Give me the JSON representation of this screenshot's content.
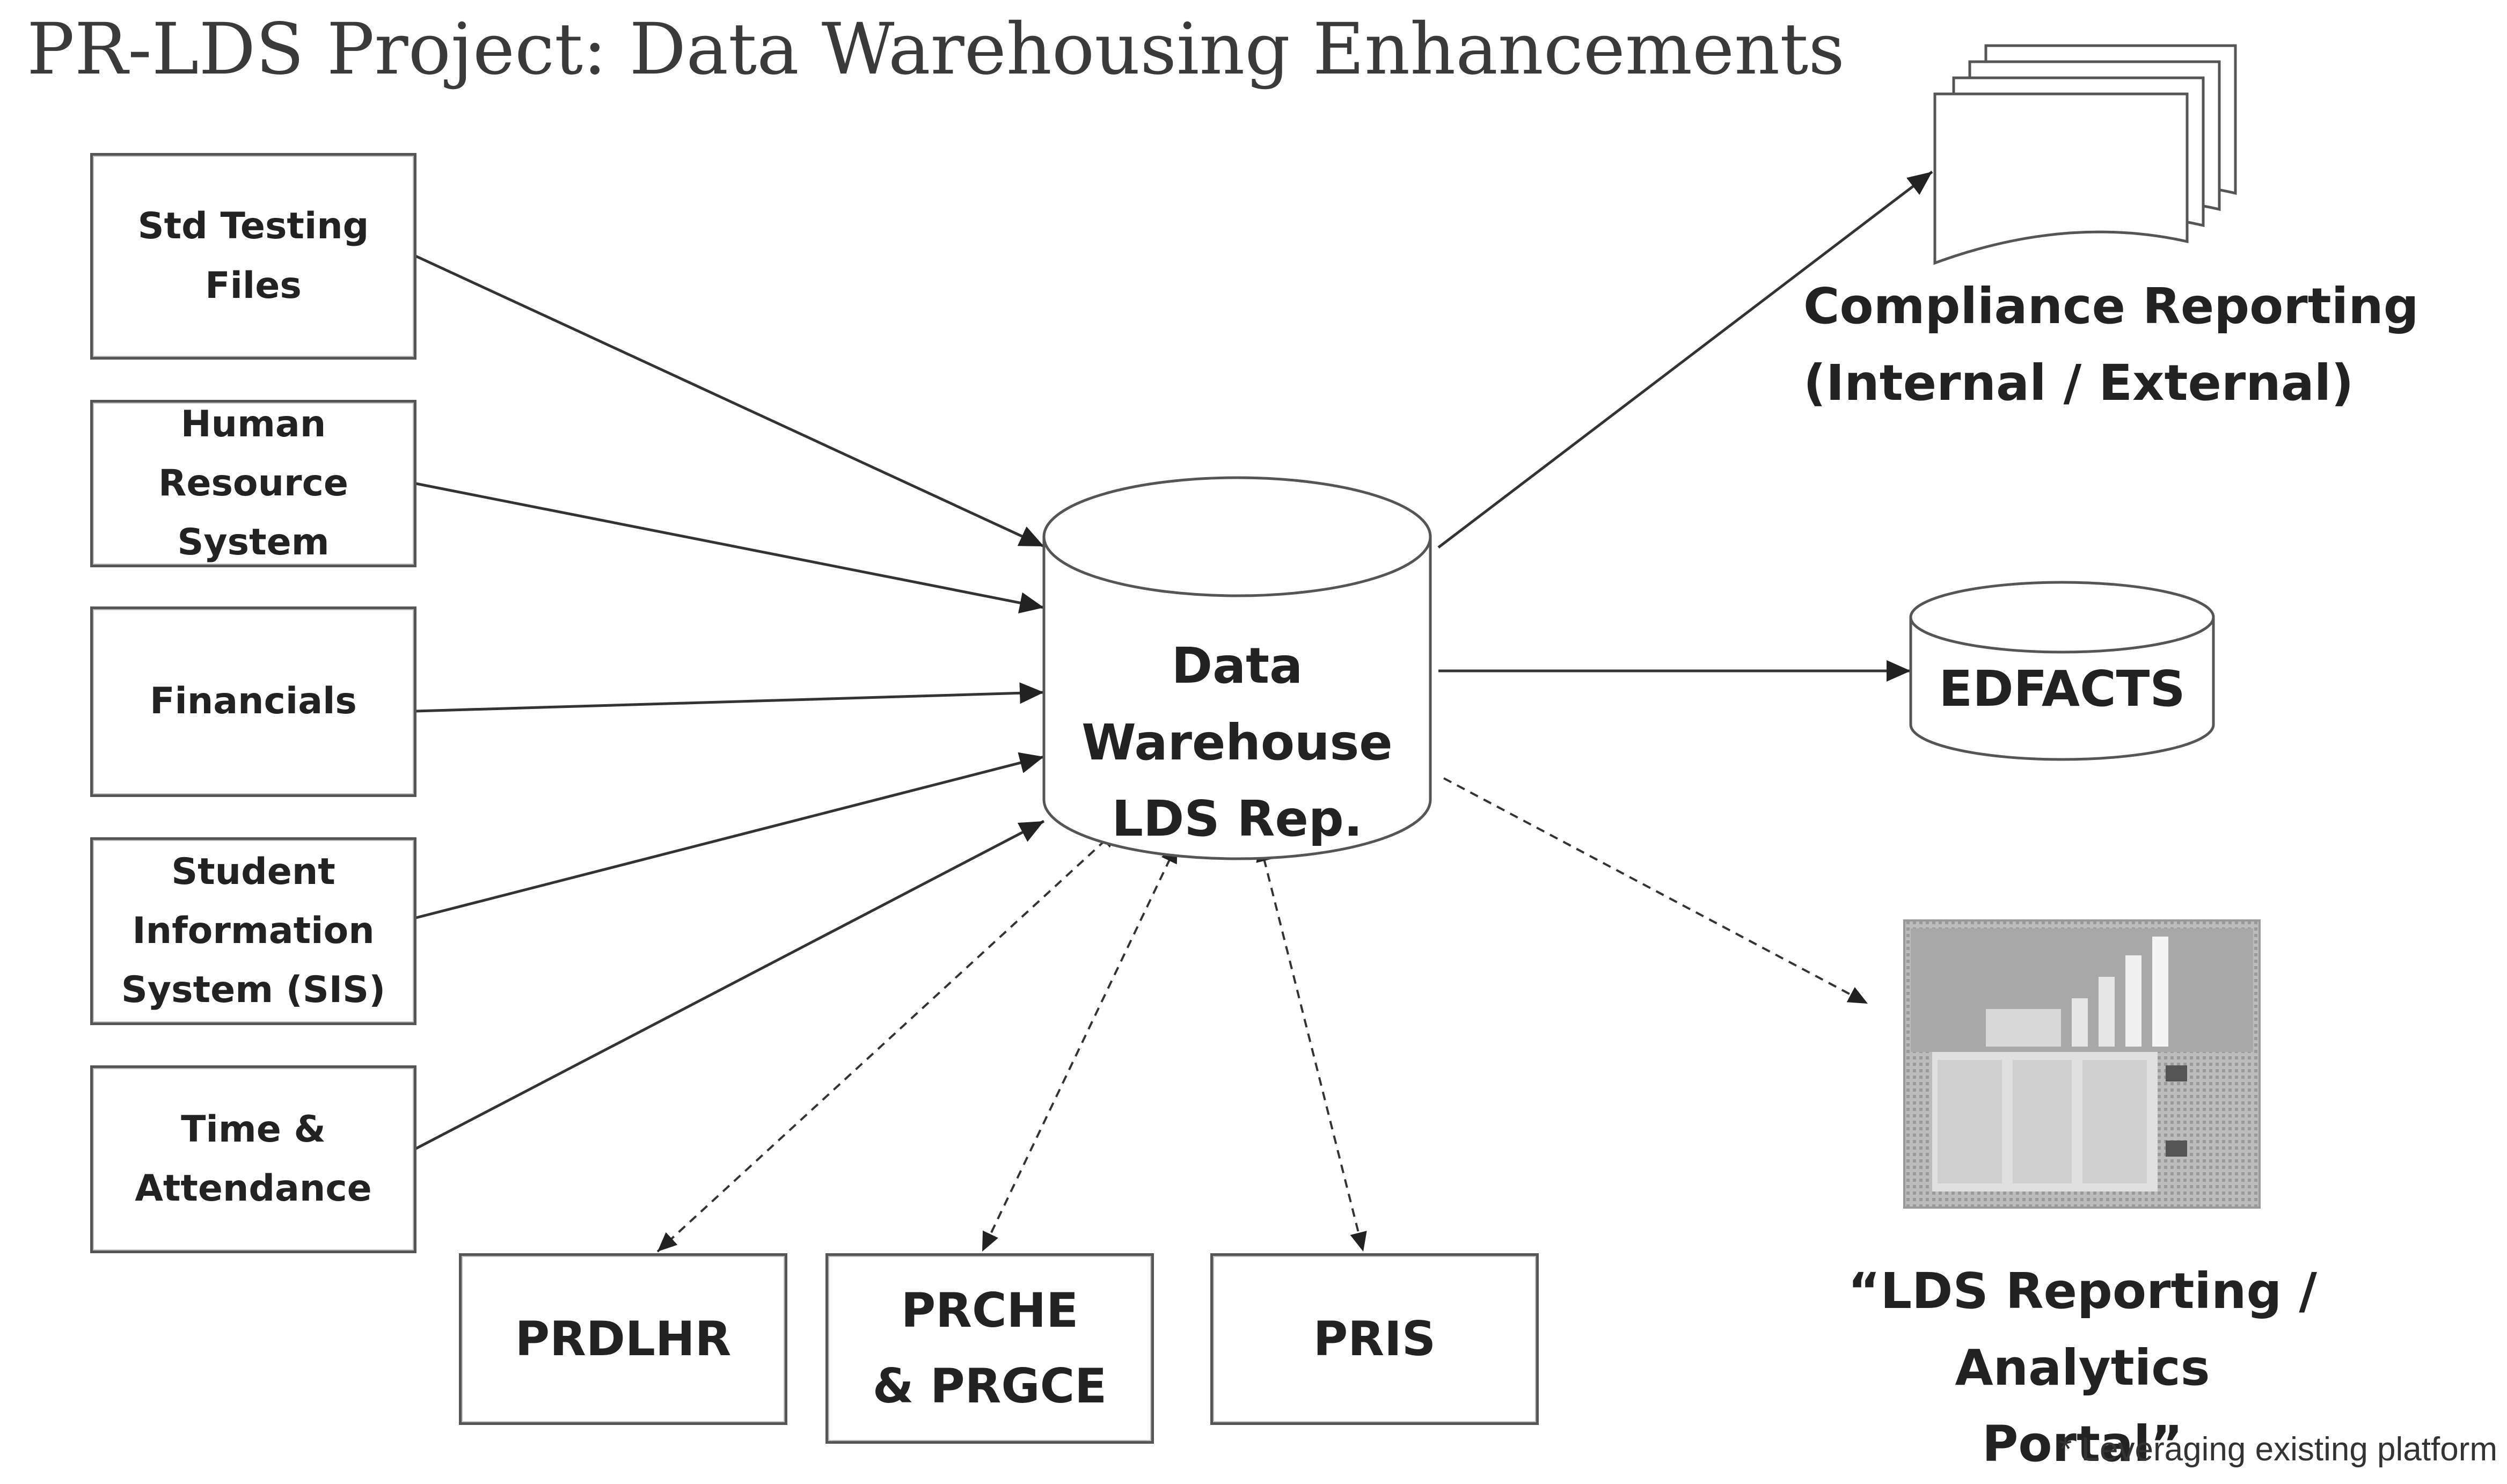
{
  "title": "PR-LDS Project: Data Warehousing Enhancements",
  "sources": [
    {
      "label": "Std Testing\nFiles"
    },
    {
      "label": "Human\nResource\nSystem"
    },
    {
      "label": "Financials"
    },
    {
      "label": "Student\nInformation\nSystem (SIS)"
    },
    {
      "label": "Time &\nAttendance"
    }
  ],
  "warehouse": {
    "label": "Data\nWarehouse\nLDS Rep."
  },
  "bottom_systems": [
    {
      "label": "PRDLHR"
    },
    {
      "label": "PRCHE\n& PRGCE"
    },
    {
      "label": "PRIS"
    }
  ],
  "outputs": {
    "compliance": "Compliance Reporting\n(Internal / External)",
    "edfacts": "EDFACTS",
    "portal": "“LDS Reporting /\nAnalytics Portal”"
  },
  "footnote": "* Leveraging existing platform",
  "icons": {
    "documents": "stacked-documents-icon",
    "portal": "portal-screenshot-thumbnail"
  }
}
